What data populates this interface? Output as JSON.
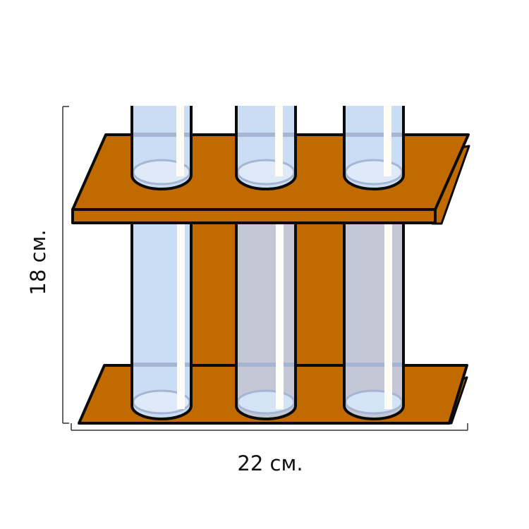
{
  "dimensions": {
    "height_label": "18 см.",
    "width_label": "22 см."
  },
  "colors": {
    "wood": "#c06a00",
    "outline": "#0b0b0b",
    "glass_light": "#c9def5",
    "glass_dim": "#c4c8d6",
    "glass_band": "#a5b5d3",
    "glass_highlight": "#fdfdf5",
    "dimension_line": "#333333"
  },
  "objects": {
    "rack": "test-tube-rack",
    "tubes": [
      "test-tube-1",
      "test-tube-2",
      "test-tube-3"
    ]
  }
}
